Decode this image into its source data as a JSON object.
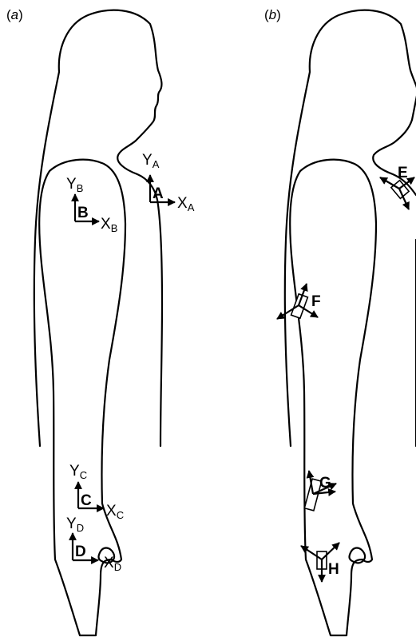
{
  "panels": [
    {
      "label": {
        "open": "(",
        "letter": "a",
        "close": ")"
      }
    },
    {
      "label": {
        "open": "(",
        "letter": "b",
        "close": ")"
      }
    }
  ],
  "frames_a": [
    {
      "id": "A",
      "x_axis": {
        "main": "X",
        "sub": "A"
      },
      "y_axis": {
        "main": "Y",
        "sub": "A"
      }
    },
    {
      "id": "B",
      "x_axis": {
        "main": "X",
        "sub": "B"
      },
      "y_axis": {
        "main": "Y",
        "sub": "B"
      }
    },
    {
      "id": "C",
      "x_axis": {
        "main": "X",
        "sub": "C"
      },
      "y_axis": {
        "main": "Y",
        "sub": "C"
      }
    },
    {
      "id": "D",
      "x_axis": {
        "main": "X",
        "sub": "D"
      },
      "y_axis": {
        "main": "Y",
        "sub": "D"
      }
    }
  ],
  "sensors_b": [
    {
      "id": "E"
    },
    {
      "id": "F"
    },
    {
      "id": "G"
    },
    {
      "id": "H"
    }
  ]
}
